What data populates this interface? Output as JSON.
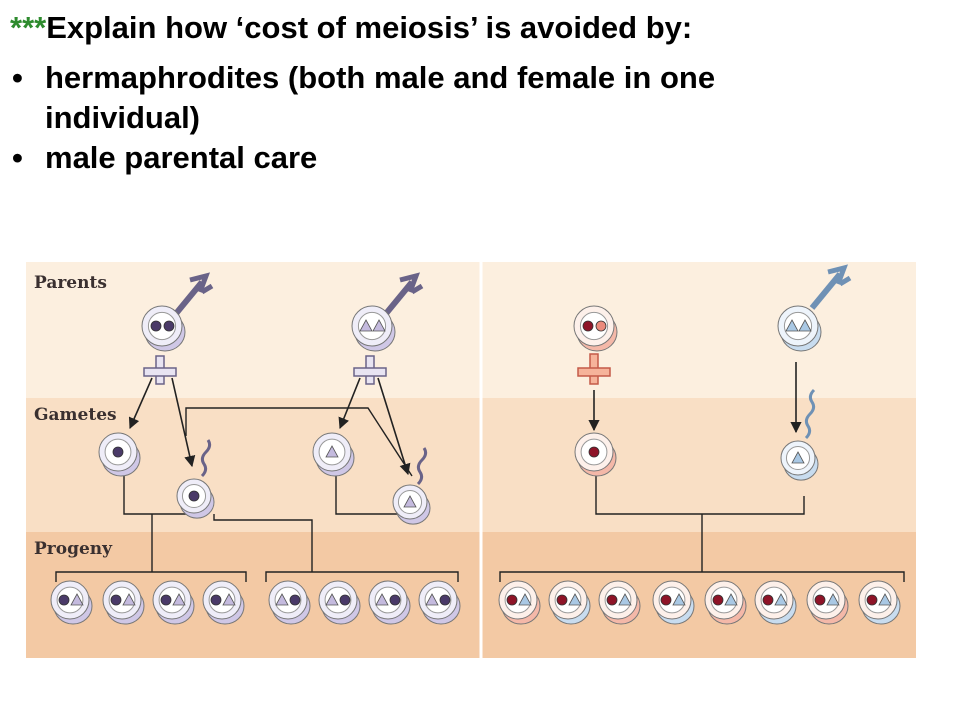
{
  "title": {
    "stars": "***",
    "text": "Explain how ‘cost of meiosis’ is avoided by:"
  },
  "bullets": [
    {
      "text": "hermaphrodites (both male and female in one individual)"
    },
    {
      "text": "male parental care"
    }
  ],
  "figure": {
    "rows": [
      "Parents",
      "Gametes",
      "Progeny"
    ],
    "colors": {
      "parents_bg": "#fcefdf",
      "gametes_bg": "#f9dfc5",
      "progeny_bg": "#f3c9a4",
      "dark_purple": "#4a3a68",
      "light_purple": "#c4bade",
      "dark_red": "#8e1428",
      "light_red": "#eb8a7c",
      "light_blue": "#a9c8e4"
    },
    "left_panel": {
      "parents": [
        {
          "type": "hermaphrodite",
          "alleles": [
            "dark-circle",
            "dark-circle"
          ]
        },
        {
          "type": "hermaphrodite",
          "alleles": [
            "light-triangle",
            "light-triangle"
          ]
        }
      ],
      "progeny": [
        [
          "dark-circle",
          "light-triangle"
        ],
        [
          "dark-circle",
          "light-triangle"
        ],
        [
          "dark-circle",
          "light-triangle"
        ],
        [
          "dark-circle",
          "light-triangle"
        ],
        [
          "light-triangle",
          "dark-circle"
        ],
        [
          "light-triangle",
          "dark-circle"
        ],
        [
          "light-triangle",
          "dark-circle"
        ],
        [
          "light-triangle",
          "dark-circle"
        ]
      ]
    },
    "right_panel": {
      "parents": [
        {
          "type": "female",
          "alleles": [
            "red-circle",
            "light-red-circle"
          ]
        },
        {
          "type": "male",
          "alleles": [
            "blue-triangle",
            "blue-triangle"
          ]
        }
      ],
      "progeny": [
        [
          "red-circle",
          "blue-triangle"
        ],
        [
          "red-circle",
          "blue-triangle"
        ],
        [
          "red-circle",
          "blue-triangle"
        ],
        [
          "red-circle",
          "blue-triangle"
        ],
        [
          "red-circle",
          "blue-triangle"
        ],
        [
          "red-circle",
          "blue-triangle"
        ],
        [
          "red-circle",
          "blue-triangle"
        ],
        [
          "red-circle",
          "blue-triangle"
        ]
      ]
    }
  }
}
